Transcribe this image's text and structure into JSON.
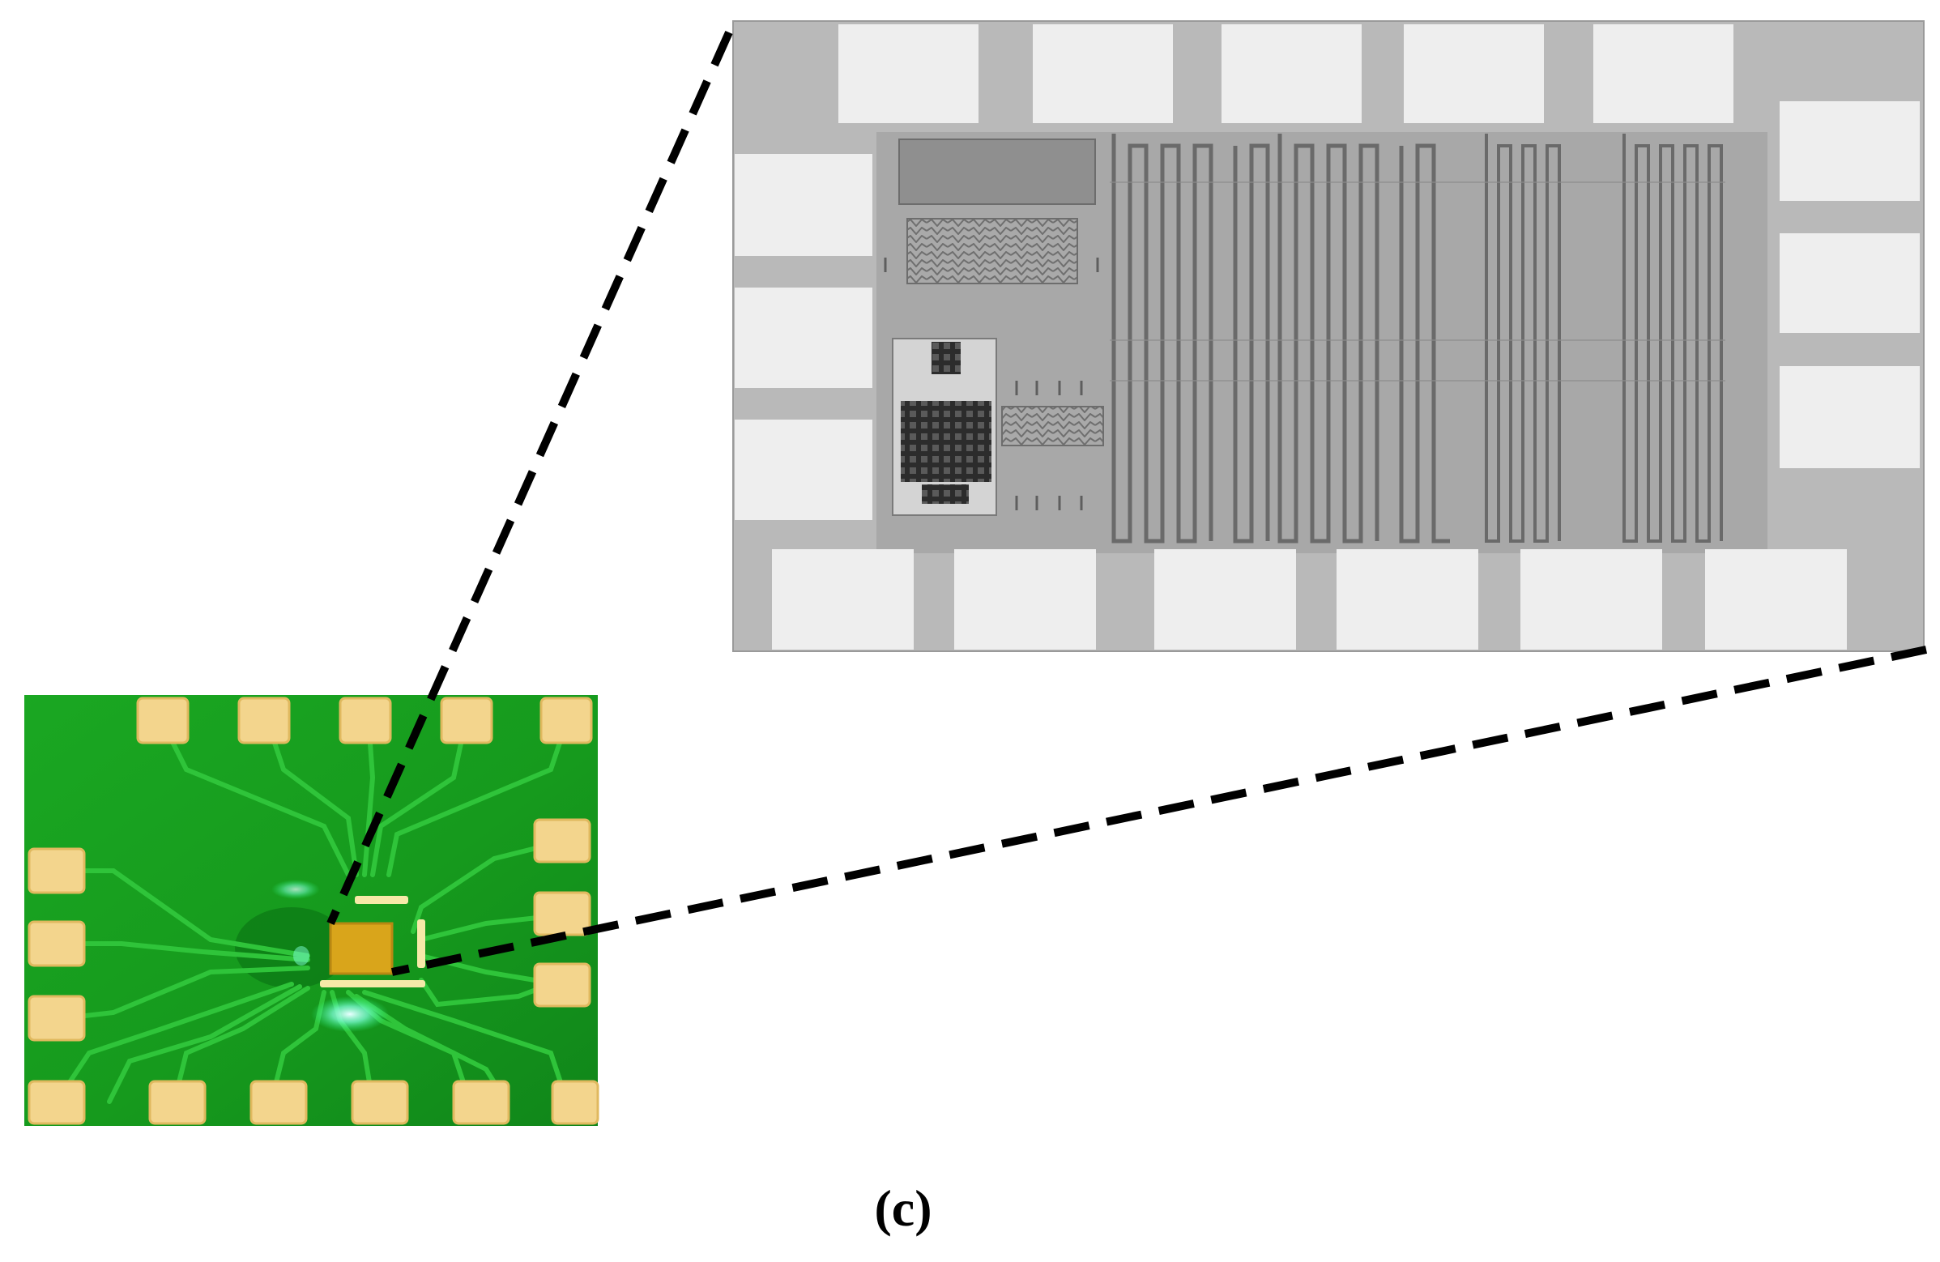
{
  "figure": {
    "panel_label": "(c)"
  },
  "colors": {
    "pcb_green": "#16a01c",
    "pcb_dark_green": "#0d7a12",
    "trace_green": "#2fc43a",
    "gold_pad": "#f3d58d",
    "chip_die": "#d9a51b",
    "die_background": "#b9b9b9",
    "die_pad": "#eeeeee",
    "dashed_line": "#000000"
  },
  "icons": {
    "photo": "pcb-photo",
    "micrograph": "chip-micrograph"
  }
}
